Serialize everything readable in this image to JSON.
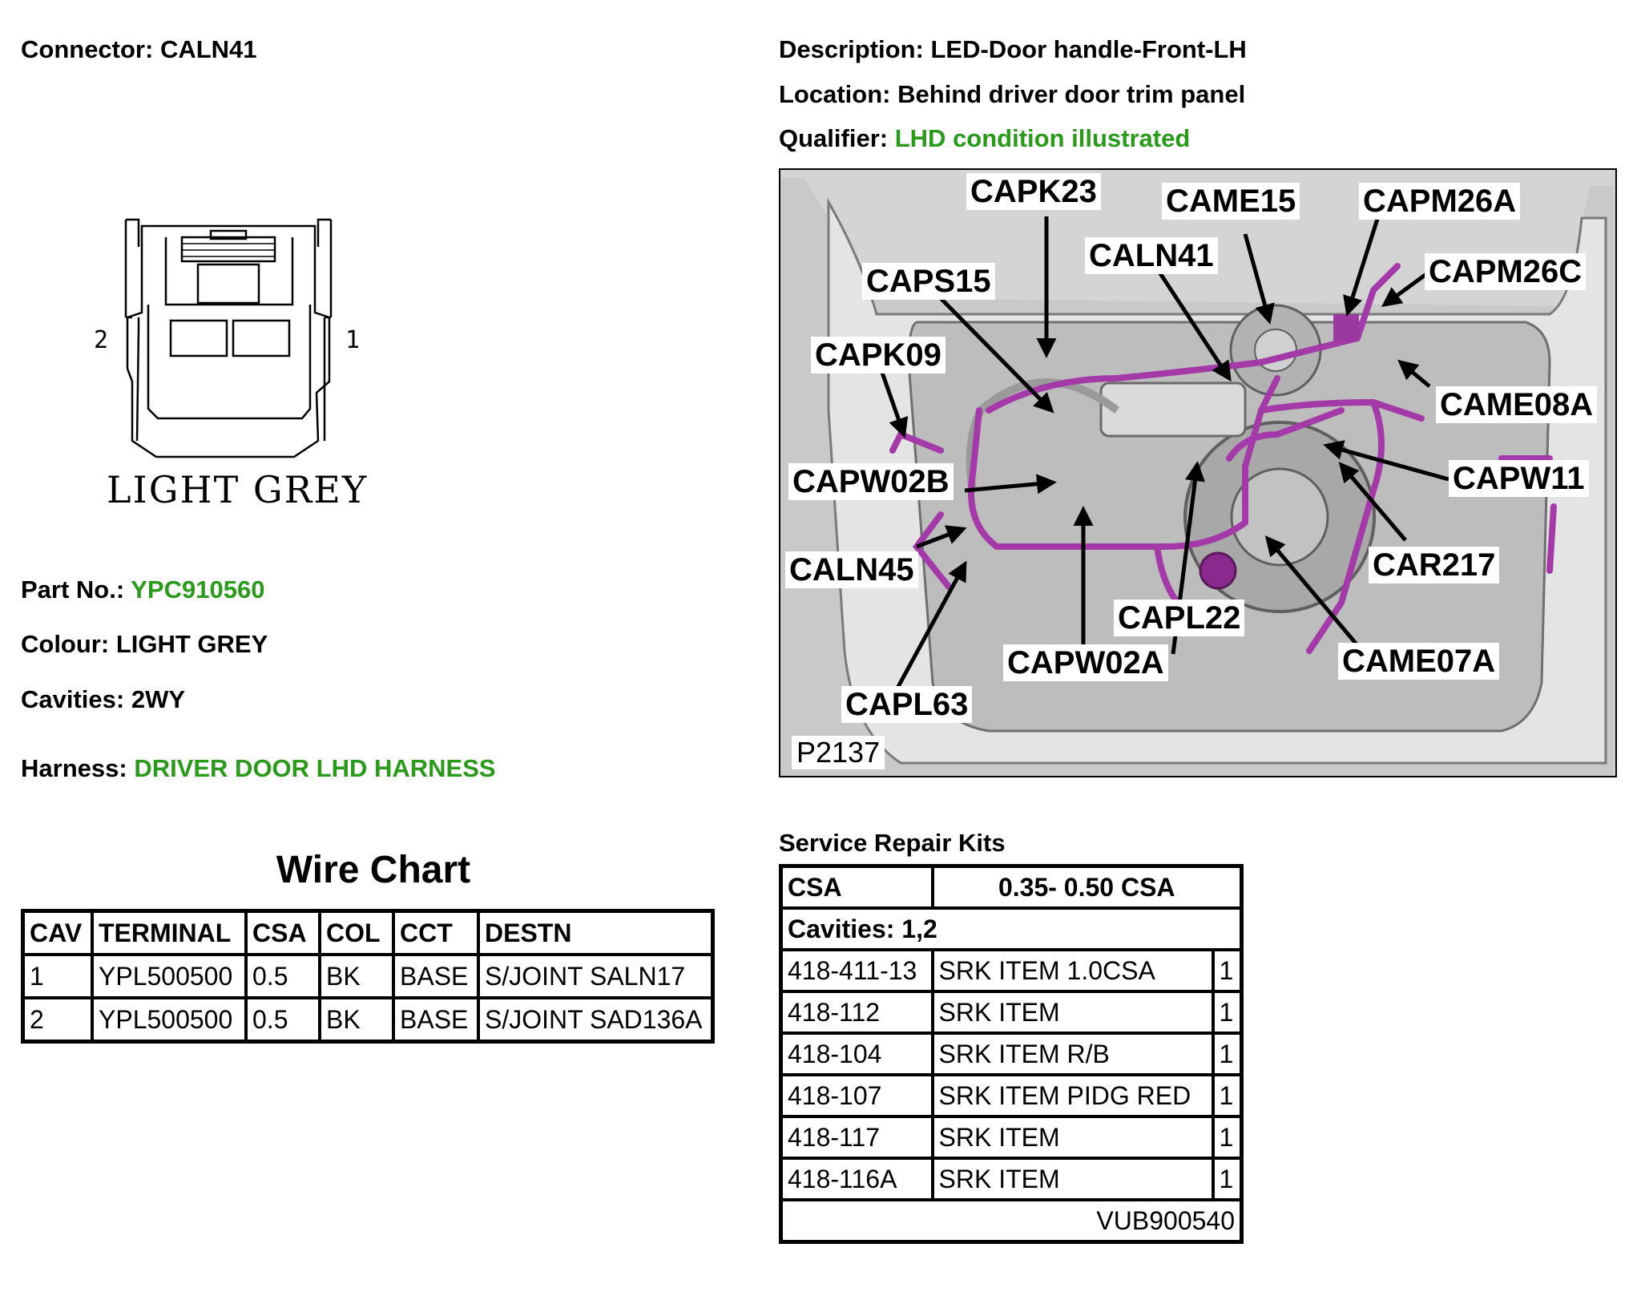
{
  "connector": {
    "label": "Connector:",
    "value": "CALN41"
  },
  "description": {
    "label": "Description:",
    "value": "LED-Door handle-Front-LH"
  },
  "location": {
    "label": "Location:",
    "value": "Behind driver door trim panel"
  },
  "qualifier": {
    "label": "Qualifier:",
    "value": "LHD condition illustrated"
  },
  "drawing": {
    "pin_left": "2",
    "pin_right": "1",
    "colour_caption": "LIGHT GREY"
  },
  "part_no": {
    "label": "Part No.:",
    "value": "YPC910560"
  },
  "colour": {
    "label": "Colour:",
    "value": "LIGHT GREY"
  },
  "cavities": {
    "label": "Cavities:",
    "value": "2WY"
  },
  "harness": {
    "label": "Harness:",
    "value": "DRIVER DOOR LHD HARNESS"
  },
  "wire_chart": {
    "title": "Wire Chart",
    "headers": [
      "CAV",
      "TERMINAL",
      "CSA",
      "COL",
      "CCT",
      "DESTN"
    ],
    "rows": [
      [
        "1",
        "YPL500500",
        "0.5",
        "BK",
        "BASE",
        "S/JOINT SALN17"
      ],
      [
        "2",
        "YPL500500",
        "0.5",
        "BK",
        "BASE",
        "S/JOINT SAD136A"
      ]
    ]
  },
  "door_image": {
    "callouts": [
      "CAPK23",
      "CAME15",
      "CAPM26A",
      "CALN41",
      "CAPS15",
      "CAPM26C",
      "CAPK09",
      "CAME08A",
      "CAPW02B",
      "CAPW11",
      "CALN45",
      "CAR217",
      "CAPL22",
      "CAPW02A",
      "CAME07A",
      "CAPL63"
    ],
    "figure_ref": "P2137"
  },
  "srk": {
    "title": "Service Repair Kits",
    "csa_label": "CSA",
    "csa_value": "0.35- 0.50 CSA",
    "cavities": "Cavities: 1,2",
    "rows": [
      [
        "418-411-13",
        "SRK ITEM 1.0CSA",
        "1"
      ],
      [
        "418-112",
        "SRK ITEM",
        "1"
      ],
      [
        "418-104",
        "SRK ITEM R/B",
        "1"
      ],
      [
        "418-107",
        "SRK ITEM PIDG RED",
        "1"
      ],
      [
        "418-117",
        "SRK ITEM",
        "1"
      ],
      [
        "418-116A",
        "SRK ITEM",
        "1"
      ]
    ],
    "footer": "VUB900540"
  }
}
